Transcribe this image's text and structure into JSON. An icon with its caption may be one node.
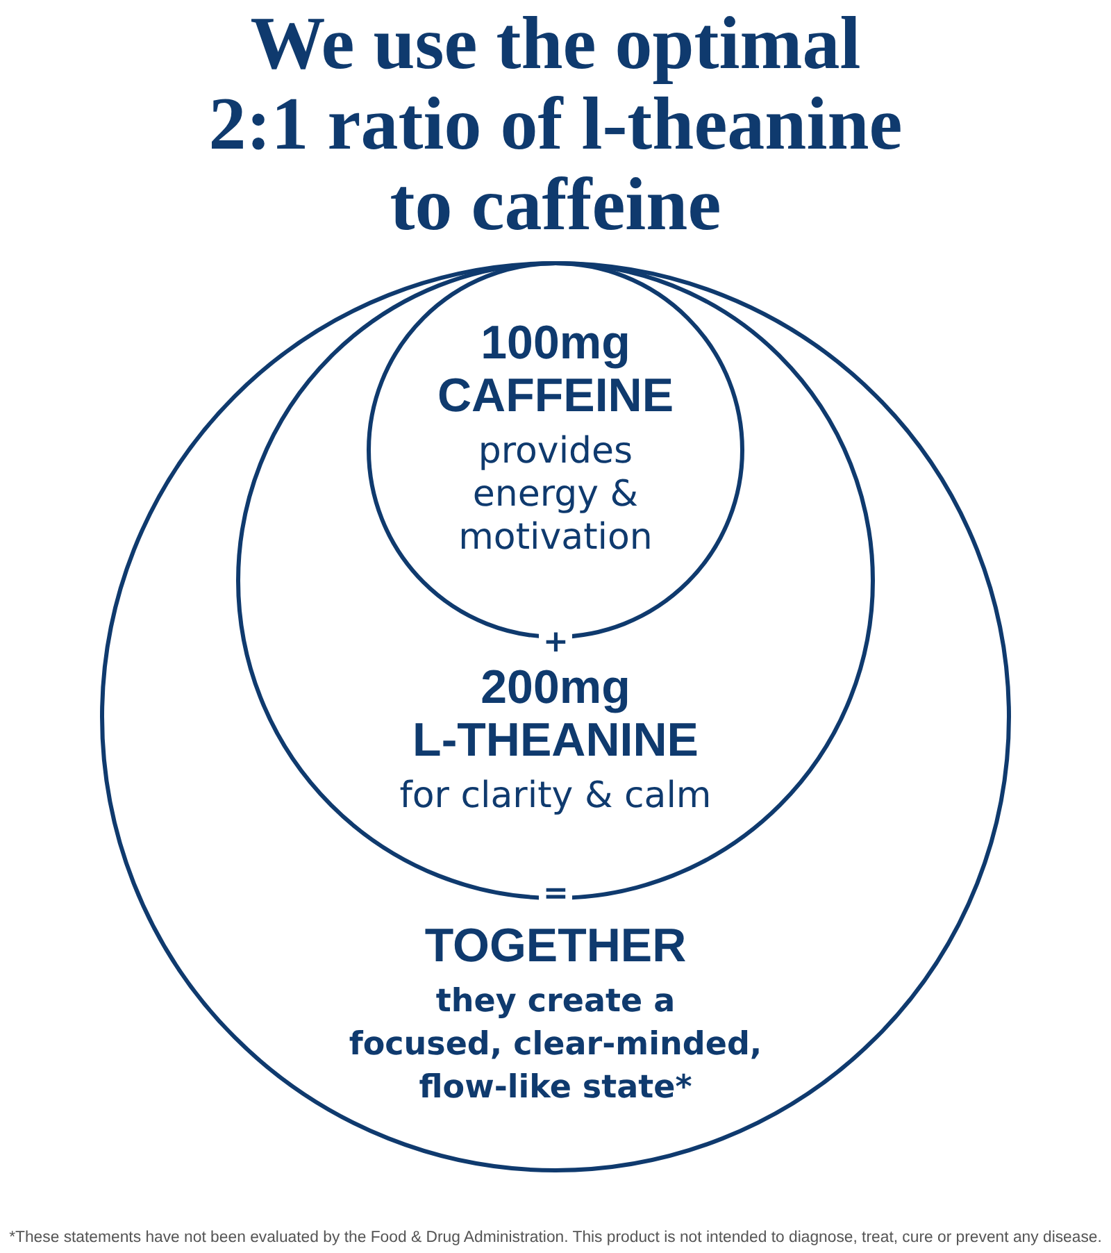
{
  "diagram": {
    "title": "We use the optimal 2:1 ratio of l-theanine to caffeine",
    "caption": "*These statements have not been evaluated by the Food & Drug Administration. This product is not intended to diagnose, treat, cure or prevent any disease.",
    "nodes": [
      {
        "text": [
          "TOGETHER",
          "they create a focused, clear-minded, flow-like state*"
        ]
      },
      {
        "text": [
          "200mg L-THEANINE",
          "for clarity & calm"
        ],
        "in": 0
      },
      {
        "text": [
          "100mg CAFFEINE",
          "provides energy & motivation"
        ],
        "in": 1
      }
    ],
    "labels": [
      "+",
      "="
    ]
  }
}
